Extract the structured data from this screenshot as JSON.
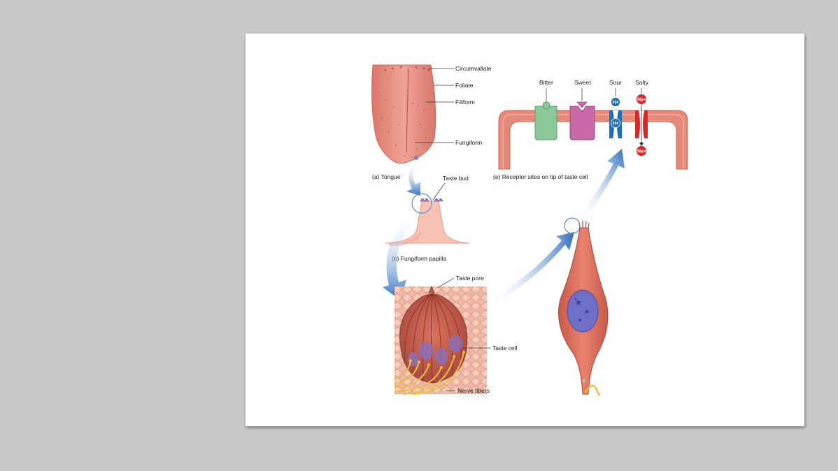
{
  "labels": {
    "circumvallate": "Circumvallate",
    "foliate": "Foliate",
    "filiform": "Filiform",
    "fungiform": "Fungiform",
    "tongue_caption": "(a) Tongue",
    "taste_bud": "Taste bud",
    "fungiform_papilla_caption": "(b) Fungiform papilla",
    "taste_pore": "Taste pore",
    "taste_cell": "Taste cell",
    "nerve_fibers": "Nerve fibers",
    "receptor_caption": "(e) Receptor sites on tip of taste cell"
  },
  "receptors": {
    "bitter": "Bitter",
    "sweet": "Sweet",
    "sour": "Sour",
    "salty": "Salty"
  },
  "ions": {
    "hydrogen": "H+",
    "sodium": "Na+"
  },
  "colors": {
    "background": "#c8c9c8",
    "slide": "#ffffff",
    "tongue": "#e58f80",
    "membrane": "#e58a7a",
    "bitter_receptor": "#8cc99a",
    "sweet_receptor": "#c86aa8",
    "sour_ion": "#1f6fb5",
    "salty_ion": "#d42a2a",
    "arrow": "#2f6fbf",
    "nerve": "#e8c040"
  }
}
